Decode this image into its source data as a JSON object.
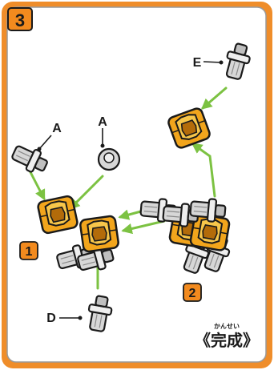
{
  "step": {
    "number": "3"
  },
  "colors": {
    "frame_orange": "#ef8d2a",
    "badge_orange": "#f28a1e",
    "part_gold": "#f2a51c",
    "part_gold_dark": "#b36b0a",
    "part_gray": "#d7d7d7",
    "arrow_green": "#7cc242",
    "text_dark": "#1a1a1a"
  },
  "labels": {
    "A_left": "A",
    "A_right": "A",
    "E": "E",
    "D": "D"
  },
  "sub_badges": {
    "one": "1",
    "two": "2"
  },
  "completion": {
    "ruby": "かんせい",
    "text": "《完成》"
  },
  "icons": [
    "axle-part-icon",
    "round-peg-icon",
    "octagon-connector-icon",
    "green-arrow-icon"
  ]
}
